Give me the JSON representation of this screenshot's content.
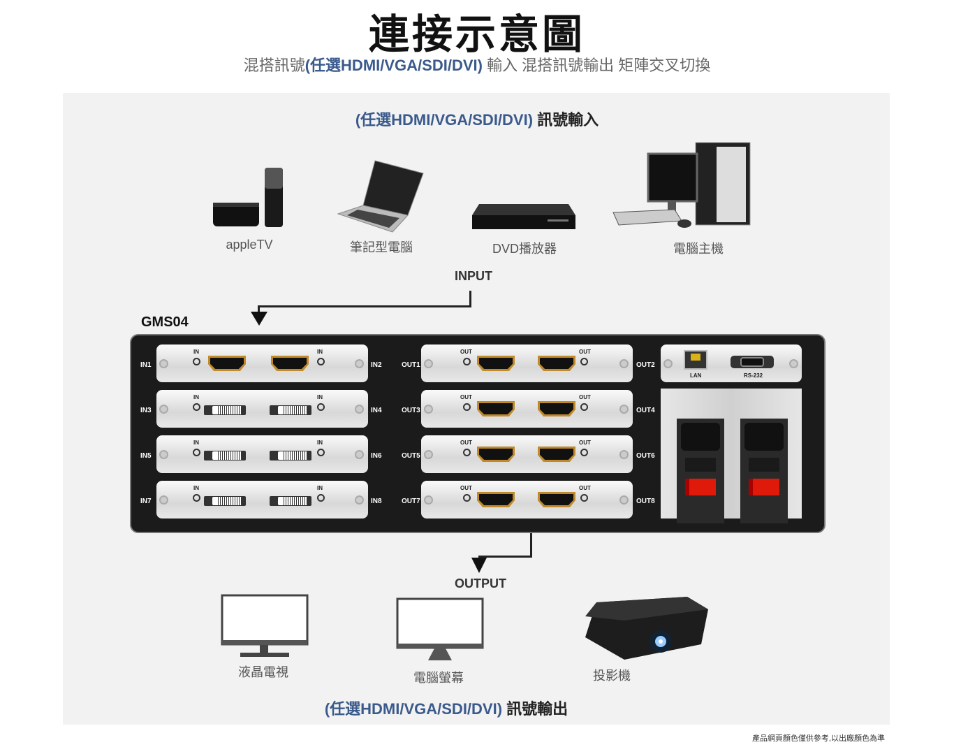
{
  "title": "連接示意圖",
  "subtitle": {
    "pre": "混搭訊號",
    "highlight": "(任選HDMI/VGA/SDI/DVI)",
    "post": " 輸入 混搭訊號輸出 矩陣交叉切換"
  },
  "input_heading": {
    "highlight": "(任選HDMI/VGA/SDI/DVI)",
    "post": " 訊號輸入"
  },
  "output_heading": {
    "highlight": "(任選HDMI/VGA/SDI/DVI)",
    "post": " 訊號輸出"
  },
  "input_devices": [
    "appleTV",
    "筆記型電腦",
    "DVD播放器",
    "電腦主機"
  ],
  "output_devices": [
    "液晶電視",
    "電腦螢幕",
    "投影機"
  ],
  "input_label": "INPUT",
  "output_label": "OUTPUT",
  "model": "GMS04",
  "input_rows": [
    {
      "left": "IN1",
      "right": "IN2",
      "type": "hdmi",
      "port": "IN"
    },
    {
      "left": "IN3",
      "right": "IN4",
      "type": "dvi",
      "port": "IN"
    },
    {
      "left": "IN5",
      "right": "IN6",
      "type": "dvi",
      "port": "IN"
    },
    {
      "left": "IN7",
      "right": "IN8",
      "type": "dvi",
      "port": "IN"
    }
  ],
  "output_rows": [
    {
      "left": "OUT1",
      "right": "OUT2",
      "type": "hdmi",
      "port": "OUT"
    },
    {
      "left": "OUT3",
      "right": "OUT4",
      "type": "hdmi",
      "port": "OUT"
    },
    {
      "left": "OUT5",
      "right": "OUT6",
      "type": "hdmi",
      "port": "OUT"
    },
    {
      "left": "OUT7",
      "right": "OUT8",
      "type": "hdmi",
      "port": "OUT"
    }
  ],
  "control": {
    "lan": "LAN",
    "rs232": "RS-232"
  },
  "footnote": "產品網頁顏色僅供參考,以出廠顏色為準"
}
